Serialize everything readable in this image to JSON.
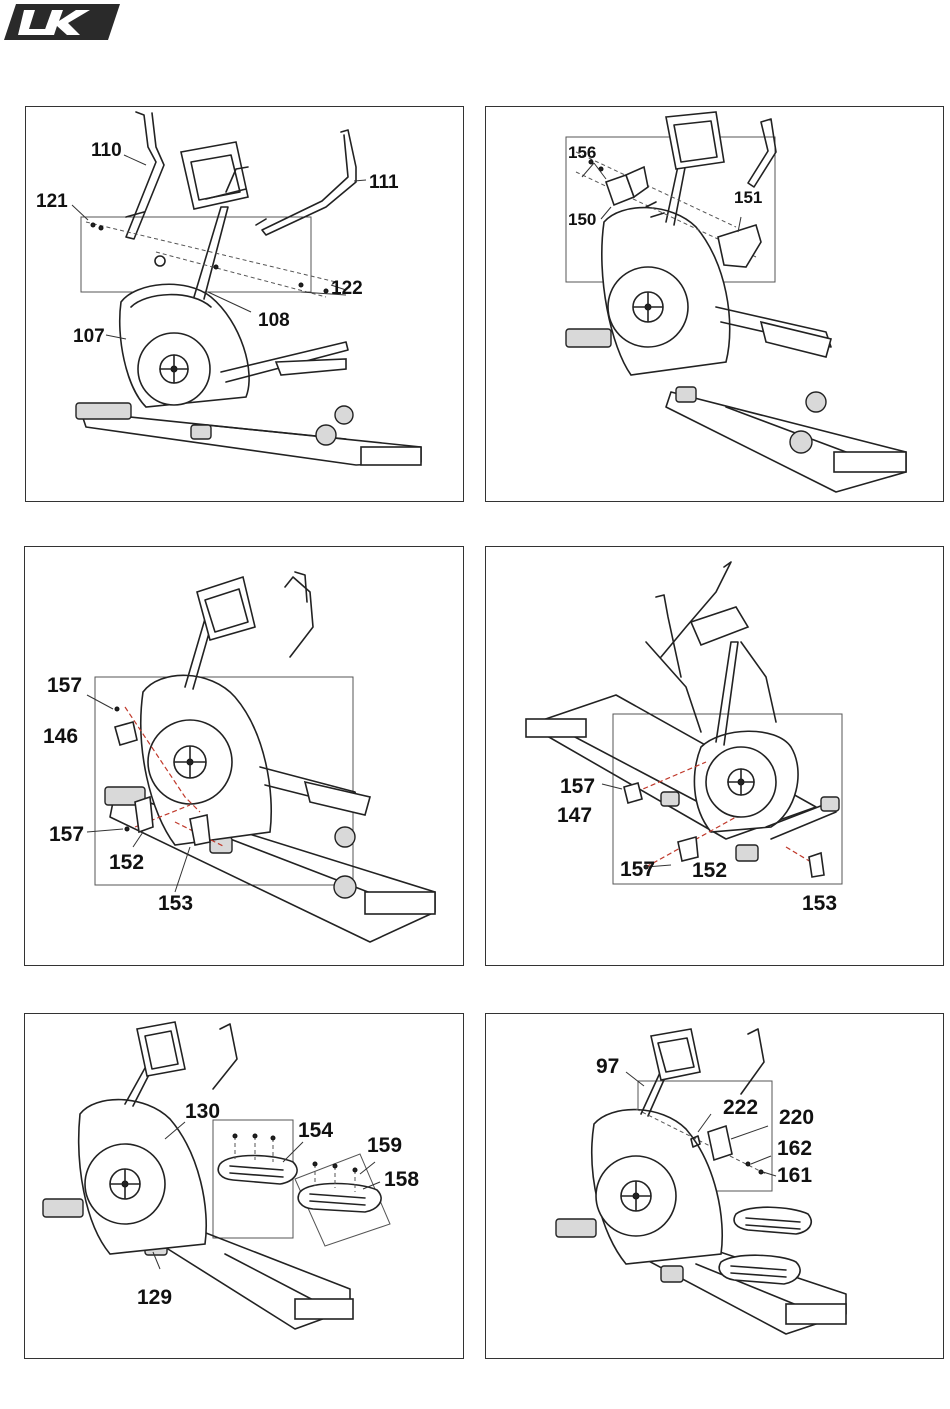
{
  "brand": {
    "logo_text": "LK",
    "color": "#222222"
  },
  "panels": [
    {
      "labels": [
        "110",
        "111",
        "121",
        "122",
        "107",
        "108"
      ]
    },
    {
      "labels": [
        "156",
        "151",
        "150"
      ]
    },
    {
      "labels": [
        "157",
        "146",
        "157",
        "152",
        "153"
      ]
    },
    {
      "labels": [
        "157",
        "147",
        "157",
        "152",
        "153"
      ]
    },
    {
      "labels": [
        "130",
        "154",
        "159",
        "158",
        "129"
      ]
    },
    {
      "labels": [
        "97",
        "222",
        "220",
        "162",
        "161"
      ]
    }
  ]
}
